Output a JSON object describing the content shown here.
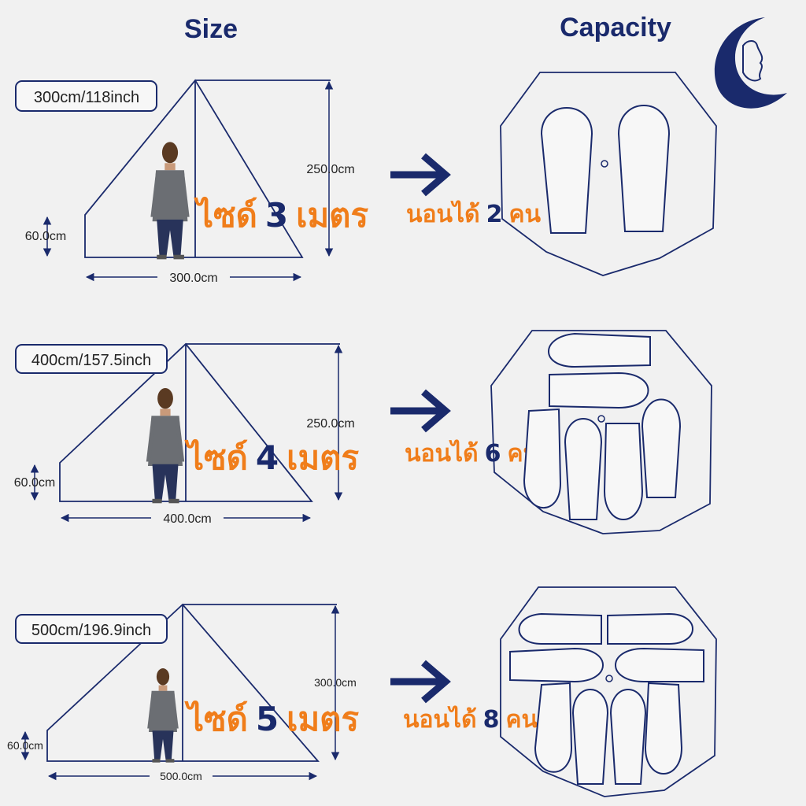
{
  "headers": {
    "size": "Size",
    "capacity": "Capacity"
  },
  "rows": [
    {
      "size_tag": "300cm/118inch",
      "height": "250.0cm",
      "wall": "60.0cm",
      "width": "300.0cm",
      "size_label": {
        "prefix": "ไซด์",
        "number": "3",
        "suffix": "เมตร"
      },
      "capacity_label": {
        "prefix": "นอนได้",
        "number": "2",
        "suffix": "คน"
      },
      "sleepers": 2
    },
    {
      "size_tag": "400cm/157.5inch",
      "height": "250.0cm",
      "wall": "60.0cm",
      "width": "400.0cm",
      "size_label": {
        "prefix": "ไซด์",
        "number": "4",
        "suffix": "เมตร"
      },
      "capacity_label": {
        "prefix": "นอนได้",
        "number": "6",
        "suffix": "คน"
      },
      "sleepers": 6
    },
    {
      "size_tag": "500cm/196.9inch",
      "height": "300.0cm",
      "wall": "60.0cm",
      "width": "500.0cm",
      "size_label": {
        "prefix": "ไซด์",
        "number": "5",
        "suffix": "เมตร"
      },
      "capacity_label": {
        "prefix": "นอนได้",
        "number": "8",
        "suffix": "คน"
      },
      "sleepers": 8
    }
  ],
  "colors": {
    "navy": "#1a2a6c",
    "orange": "#f07d1a"
  },
  "icons": [
    "moon-face-logo-icon",
    "arrow-right-icon",
    "person-icon",
    "sleeping-bag-icon"
  ]
}
